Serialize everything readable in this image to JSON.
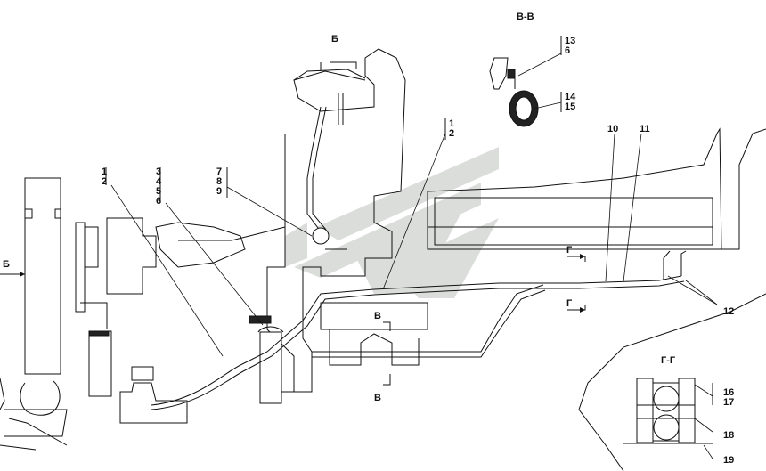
{
  "section_labels": {
    "view_b": "Б",
    "arrow_b": "Б",
    "section_vv": "В-В",
    "section_gg": "Г-Г",
    "cut_v_top": "В",
    "cut_v_bottom": "В",
    "cut_g_top": "Г",
    "cut_g_bottom": "Г"
  },
  "callouts": {
    "c1_2_left": [
      "1",
      "2"
    ],
    "c3_6": [
      "3",
      "4",
      "5",
      "6"
    ],
    "c7_9": [
      "7",
      "8",
      "9"
    ],
    "c1_2_mid": [
      "1",
      "2"
    ],
    "c10": "10",
    "c11": "11",
    "c12": "12",
    "c13_6": [
      "13",
      "6"
    ],
    "c14_15": [
      "14",
      "15"
    ],
    "c16_17": [
      "16",
      "17"
    ],
    "c18": "18",
    "c19": "19"
  },
  "watermark": {
    "color": "#c9ccc9"
  }
}
